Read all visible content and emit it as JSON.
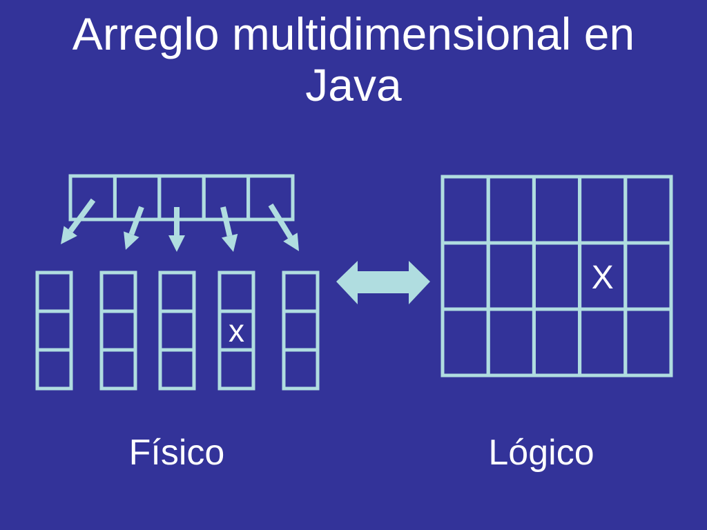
{
  "title": {
    "line1": "Arreglo multidimensional en",
    "line2": "Java"
  },
  "physical": {
    "caption": "Físico",
    "reference_array_cells": 5,
    "sub_arrays": 5,
    "sub_array_cells": 3,
    "marked": {
      "sub_array": 4,
      "cell": 2,
      "label": "x"
    }
  },
  "logical": {
    "caption": "Lógico",
    "rows": 3,
    "cols": 5,
    "marked": {
      "row": 2,
      "col": 4,
      "label": "X"
    }
  },
  "colors": {
    "background": "#333399",
    "line": "#b0dde0",
    "text": "#ffffff"
  },
  "icons": {
    "equivalence": "double-headed-arrow-icon"
  }
}
